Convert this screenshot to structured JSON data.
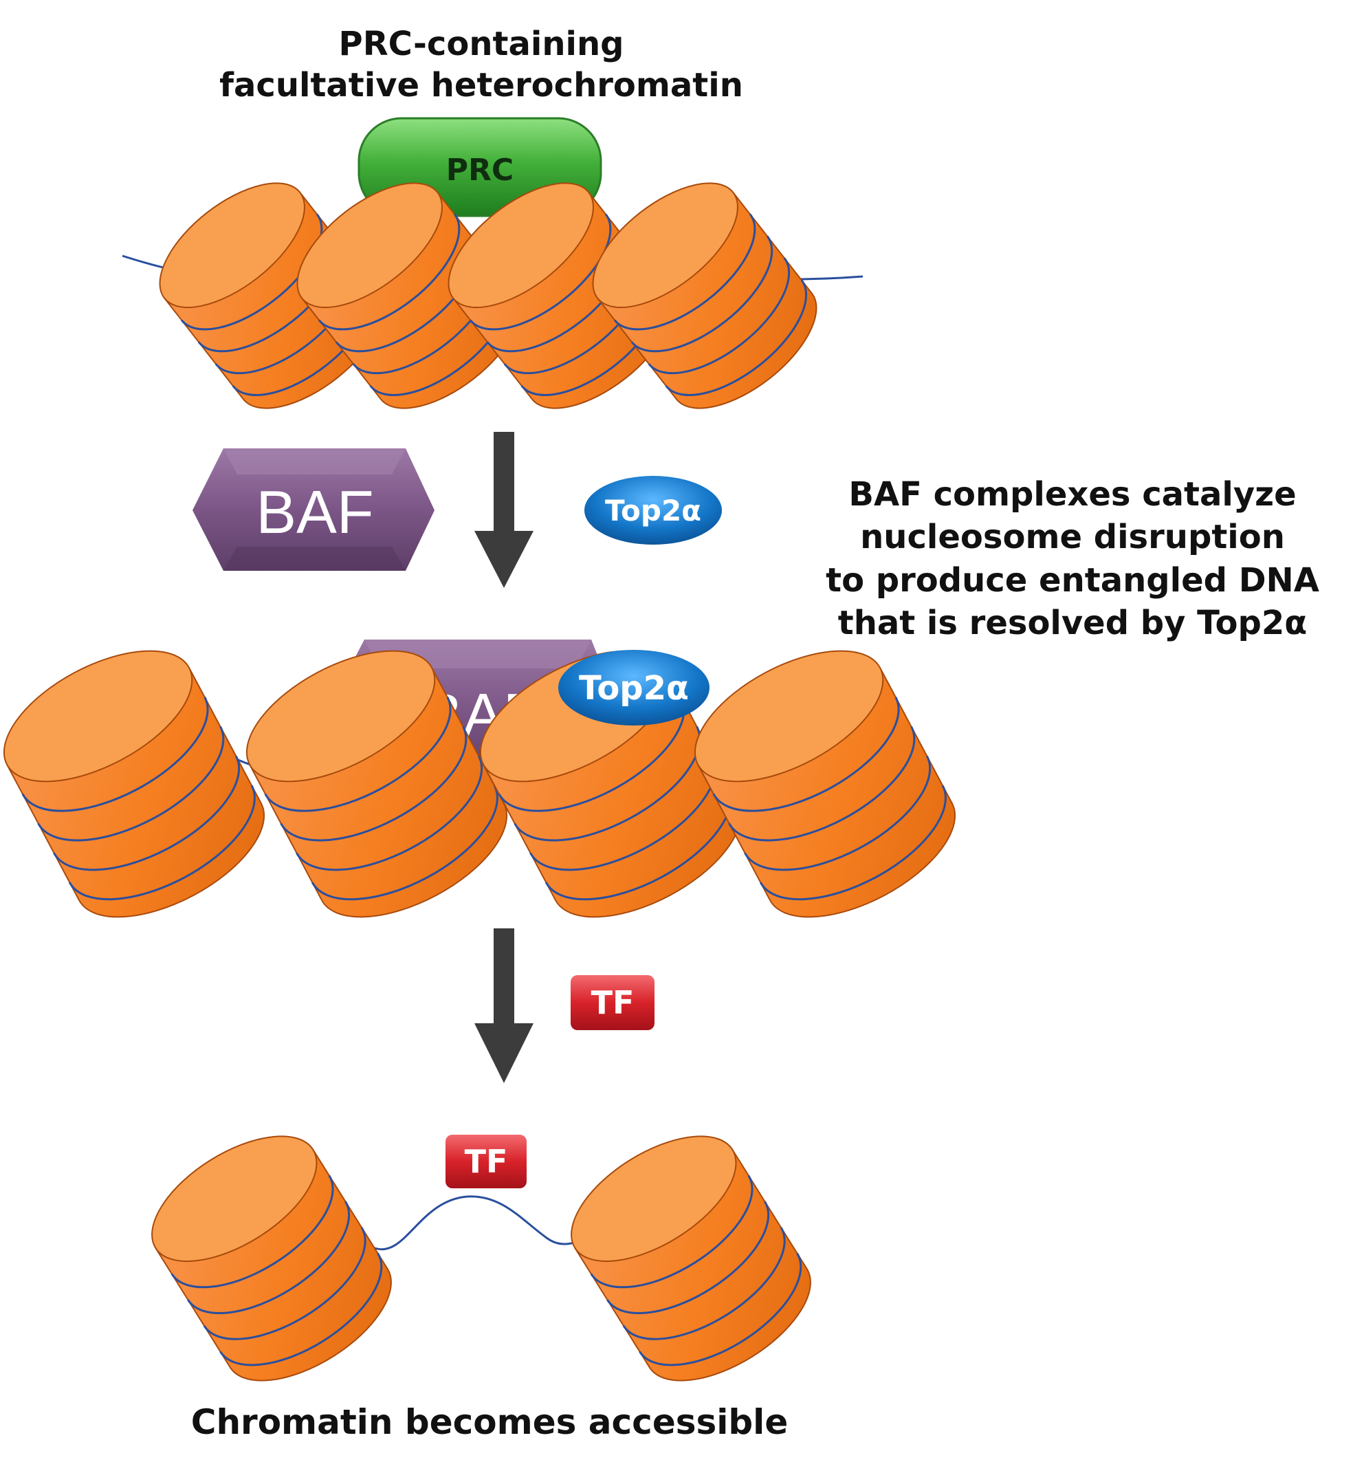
{
  "title_lines": [
    "PRC-containing",
    "facultative heterochromatin"
  ],
  "explanation_lines": [
    "BAF complexes catalyze",
    "nucleosome disruption",
    "to produce entangled DNA",
    "that is resolved by Top2α"
  ],
  "bottom_label": "Chromatin becomes accessible",
  "labels": {
    "prc": "PRC",
    "baf": "BAF",
    "top2a": "Top2α",
    "tf": "TF"
  },
  "colors": {
    "nucleosome": "#f57f21",
    "nucleosome_top": "#f8a04f",
    "dna": "#2a4f9e",
    "prc": "#43b03a",
    "baf": "#7b5686",
    "top2a": "#1476c8",
    "tf": "#d8222a",
    "arrow": "#3c3c3c"
  }
}
